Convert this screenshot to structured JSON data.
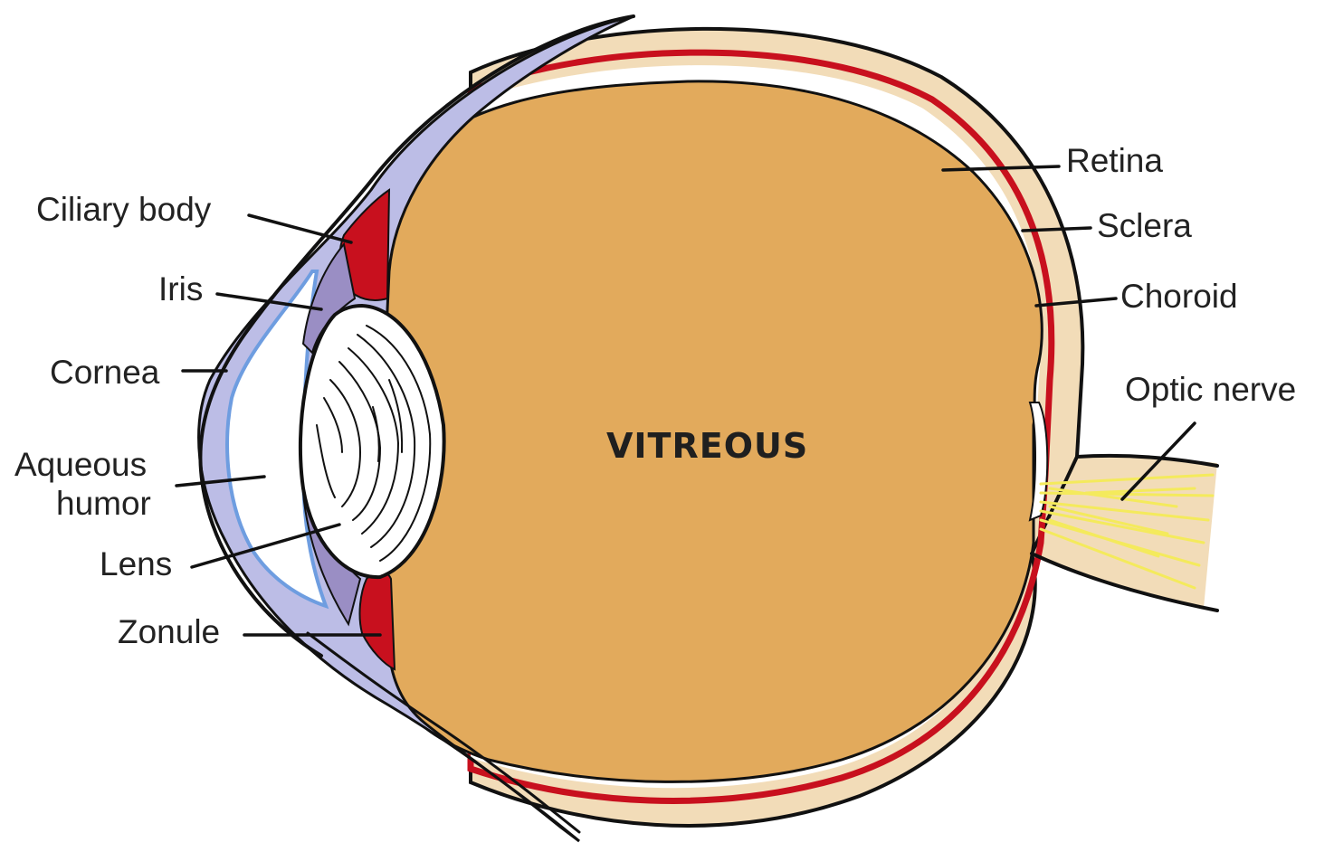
{
  "diagram": {
    "center_label": "VITREOUS",
    "labels": {
      "ciliary_body": "Ciliary body",
      "iris": "Iris",
      "cornea": "Cornea",
      "aqueous_humor_line1": "Aqueous",
      "aqueous_humor_line2": "humor",
      "lens": "Lens",
      "zonule": "Zonule",
      "retina": "Retina",
      "sclera": "Sclera",
      "choroid": "Choroid",
      "optic_nerve": "Optic nerve"
    },
    "colors": {
      "vitreous": "#e2aa5c",
      "sclera": "#f2dcb8",
      "choroid": "#c8101e",
      "cornea": "#bcbde6",
      "aqueous": "#ffffff",
      "aqueous_border": "#6e9de0",
      "lens": "#ffffff",
      "optic_nerve_fibers": "#f4ea5c",
      "outline": "#111111",
      "label_text": "#222222"
    }
  }
}
